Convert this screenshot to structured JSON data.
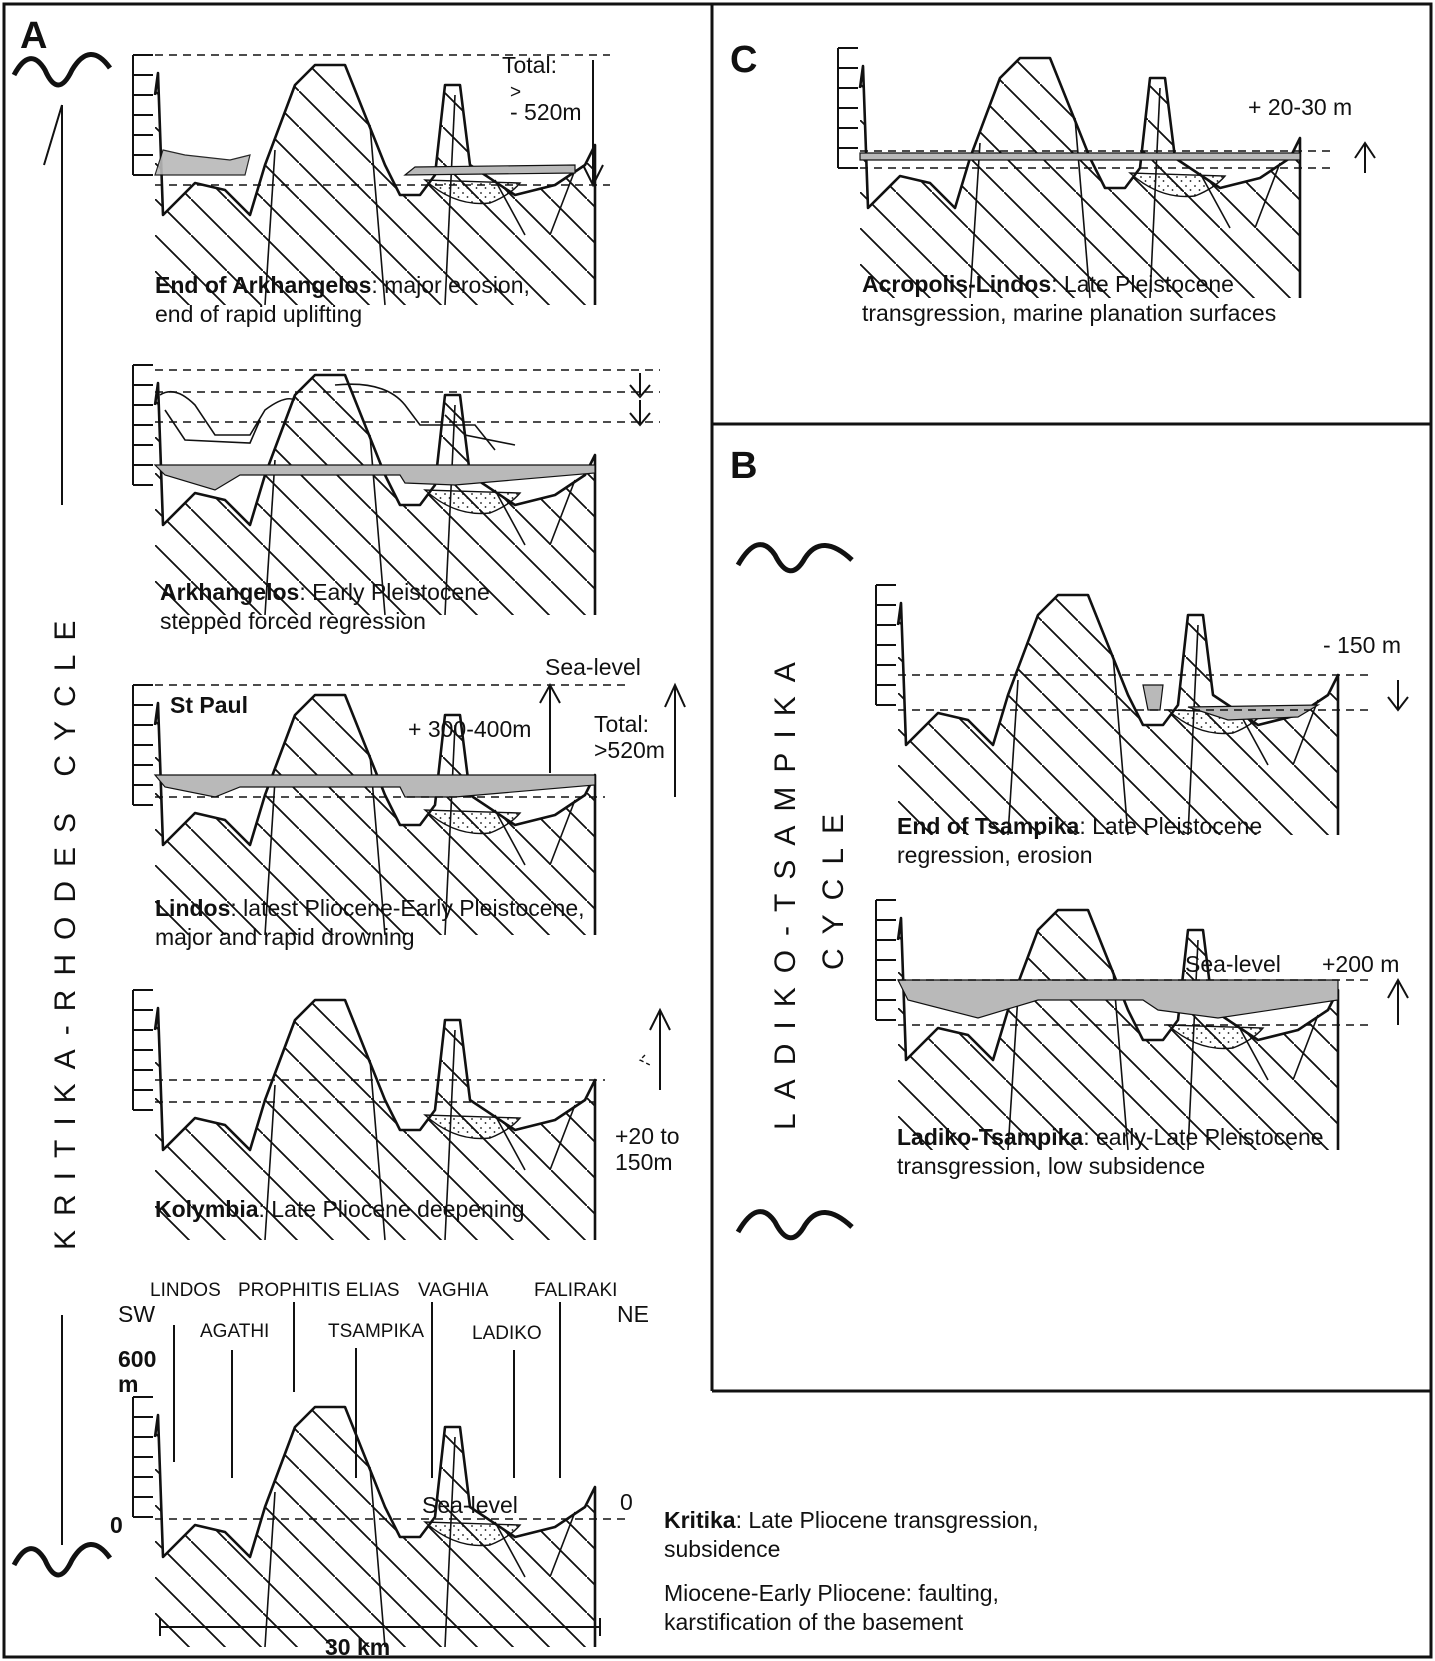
{
  "panels": {
    "A": {
      "letter": "A",
      "cycle_label": "KRITIKA-RHODES CYCLE"
    },
    "B": {
      "letter": "B",
      "cycle_label_1": "LADIKO-TSAMPIKA",
      "cycle_label_2": "CYCLE"
    },
    "C": {
      "letter": "C"
    }
  },
  "stages": [
    {
      "id": "end-arkhangelos",
      "title": "End of Arkhangelos",
      "desc1": ":  major erosion,",
      "desc2": "end of rapid uplifting",
      "annotation_1": "Total:",
      "annotation_2": ">",
      "annotation_3": "- 520m"
    },
    {
      "id": "arkhangelos",
      "title": "Arkhangelos",
      "desc1": ": Early Pleistocene",
      "desc2": "stepped forced regression"
    },
    {
      "id": "lindos",
      "title": "Lindos",
      "desc1": ": latest Pliocene-Early Pleistocene,",
      "desc2": "major and rapid drowning",
      "sea_level": "Sea-level",
      "label_st_paul": "St Paul",
      "annotation_1": "+ 300-400m",
      "annotation_2": "Total:",
      "annotation_3": ">520m"
    },
    {
      "id": "kolymbia",
      "title": "Kolymbia",
      "desc1": ": Late Pliocene  deepening",
      "annotation_1": "+20 to",
      "annotation_2": "150m"
    },
    {
      "id": "acropolis-lindos",
      "title": "Acropolis-Lindos",
      "desc1": ":  Late Pleistocene",
      "desc2": "transgression, marine planation surfaces",
      "annotation_1": "+ 20-30 m"
    },
    {
      "id": "end-tsampika",
      "title": "End of Tsampika",
      "desc1": ": Late Pleistocene",
      "desc2": "regression, erosion",
      "annotation_1": "- 150 m"
    },
    {
      "id": "ladiko-tsampika",
      "title": "Ladiko-Tsampika",
      "desc1": ": early-Late Pleistocene",
      "desc2": "transgression, low subsidence",
      "sea_level": "Sea-level",
      "annotation_1": "+200 m"
    },
    {
      "id": "kritika",
      "title": "Kritika",
      "desc1": ": Late Pliocene transgression,",
      "desc2": "subsidence",
      "desc3": "Miocene-Early Pliocene: faulting,",
      "desc4": "karstification of the basement",
      "sea_level": "Sea-level"
    }
  ],
  "base_section": {
    "dir_sw": "SW",
    "dir_ne": "NE",
    "locations_upper": [
      "LINDOS",
      "PROPHITIS ELIAS",
      "VAGHIA",
      "FALIRAKI"
    ],
    "locations_lower": [
      "AGATHI",
      "TSAMPIKA",
      "LADIKO"
    ],
    "axis_top_1": "600",
    "axis_top_2": "m",
    "axis_zero": "0",
    "zero_right": "0",
    "scale_bar": "30 km"
  }
}
